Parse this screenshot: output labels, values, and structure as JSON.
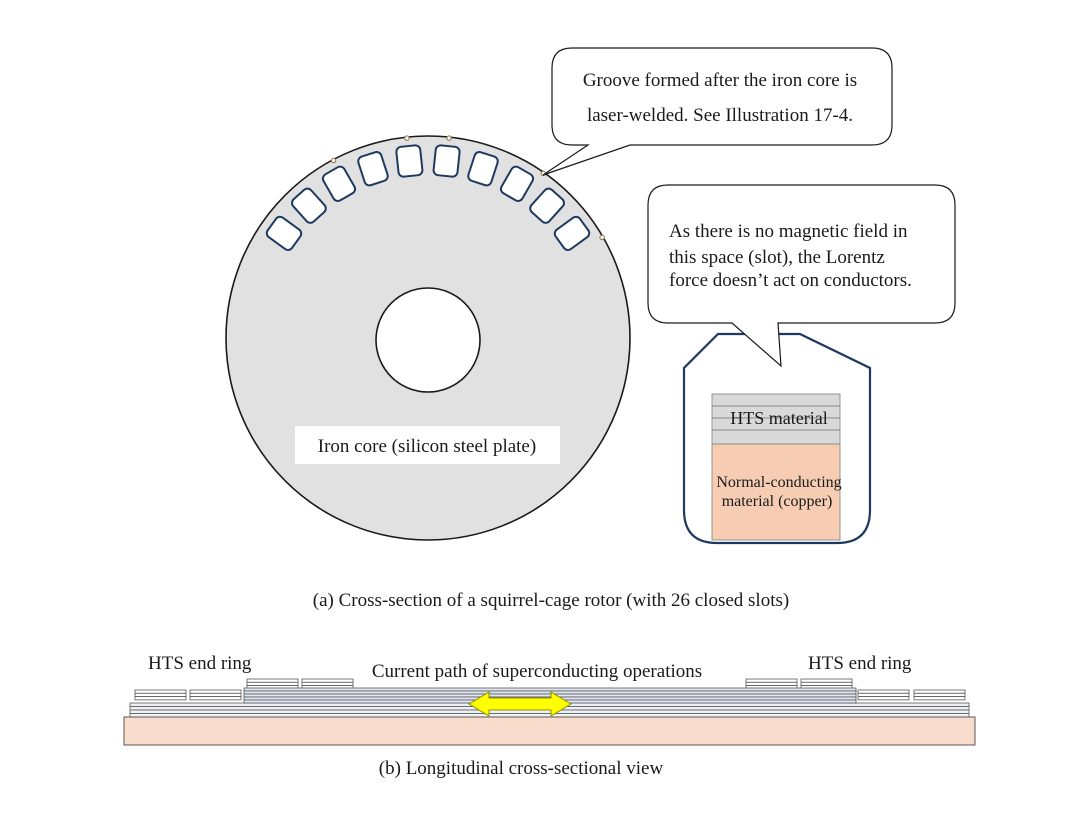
{
  "callouts": {
    "groove": {
      "line1": "Groove formed after the iron core is",
      "line2": "laser-welded. See Illustration 17-4."
    },
    "slot": {
      "line1": "As there is no magnetic field in",
      "line2": "this space (slot), the Lorentz",
      "line3": "force doesn’t act on conductors."
    }
  },
  "rotor": {
    "core_label": "Iron core (silicon steel plate)"
  },
  "slot_detail": {
    "hts_label": "HTS material",
    "copper_label_line1": "Normal-conducting",
    "copper_label_line2": "material (copper)"
  },
  "captions": {
    "a": "(a)  Cross-section of a squirrel-cage rotor (with 26 closed slots)",
    "b": "(b) Longitudinal cross-sectional view"
  },
  "longitudinal": {
    "end_ring_left": "HTS end ring",
    "end_ring_right": "HTS end ring",
    "current_path": "Current path of superconducting operations"
  },
  "colors": {
    "core_fill": "#e1e1e1",
    "slot_stroke": "#1f3a60",
    "copper_fill": "#f6cdb3",
    "hts_fill": "#d9d9d9",
    "arrow_fill": "#ffff00",
    "layer_fill": "#dfe6f0"
  }
}
